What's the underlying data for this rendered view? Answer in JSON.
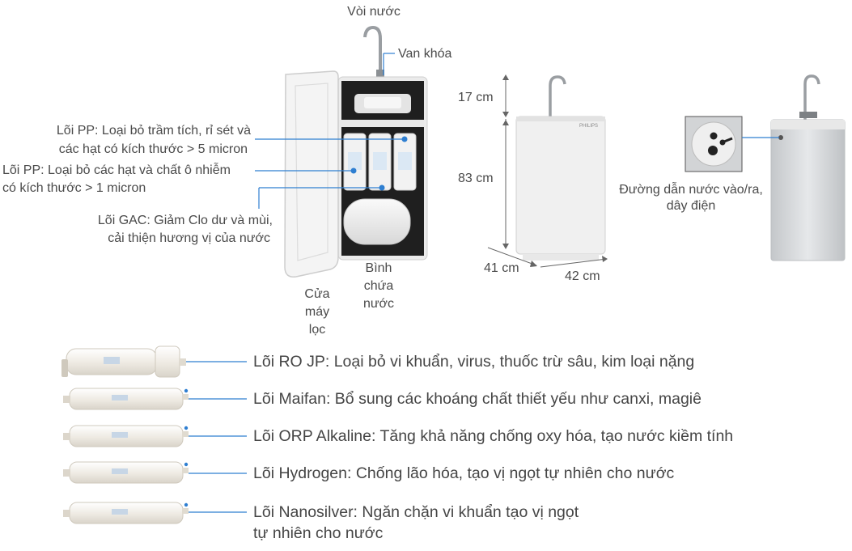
{
  "top_labels": {
    "faucet": "Vòi nước",
    "valve": "Van khóa",
    "pp1_line1": "Lõi PP: Loại bỏ trầm tích, rỉ sét và",
    "pp1_line2": "các hạt có kích thước > 5 micron",
    "pp2_line1": "Lõi PP: Loại bỏ các hạt và chất ô nhiễm",
    "pp2_line2": "có kích thước > 1 micron",
    "gac_line1": "Lõi GAC: Giảm Clo dư và mùi,",
    "gac_line2": "cải thiện hương vị của nước",
    "door_line1": "Cửa",
    "door_line2": "máy",
    "door_line3": "lọc",
    "tank_line1": "Bình",
    "tank_line2": "chứa",
    "tank_line3": "nước",
    "connector_line1": "Đường dẫn nước vào/ra,",
    "connector_line2": "dây điện"
  },
  "dimensions": {
    "top_height": "17 cm",
    "body_height": "83 cm",
    "depth": "41 cm",
    "width": "42 cm"
  },
  "brand": "PHILIPS",
  "cartridges": [
    {
      "line1": "Lõi RO JP: Loại bỏ vi khuẩn, virus, thuốc trừ sâu, kim loại nặng",
      "line2": ""
    },
    {
      "line1": "Lõi Maifan: Bổ sung các khoáng chất thiết yếu như canxi, magiê",
      "line2": ""
    },
    {
      "line1": "Lõi ORP Alkaline: Tăng khả năng chống oxy hóa, tạo nước kiềm tính",
      "line2": ""
    },
    {
      "line1": "Lõi Hydrogen: Chống lão hóa, tạo vị ngọt tự nhiên cho nước",
      "line2": ""
    },
    {
      "line1": "Lõi Nanosilver: Ngăn chặn vi khuẩn tạo vị ngọt",
      "line2": "tự nhiên cho nước"
    }
  ],
  "colors": {
    "accent": "#2f7fd1",
    "text": "#4a4a4a",
    "body": "#f2f2f2",
    "steel": "#cfd2d5"
  }
}
